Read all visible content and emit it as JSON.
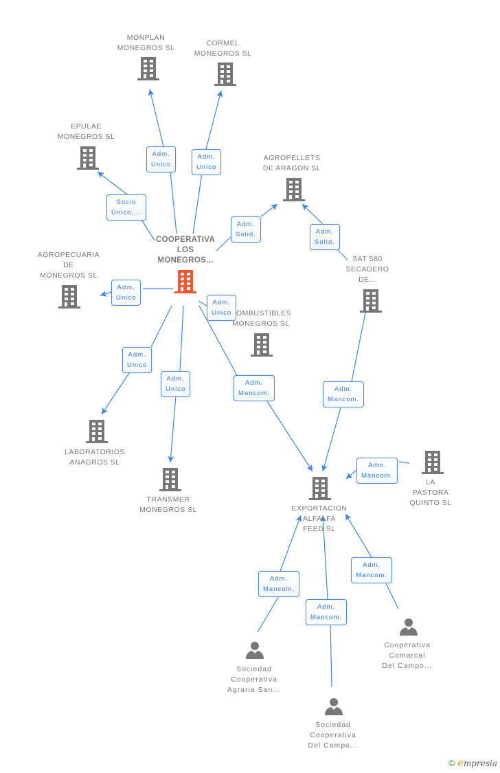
{
  "colors": {
    "edge": "#3f86e0",
    "company_icon": "#777777",
    "center_icon": "#f4582c",
    "person_icon": "#777777",
    "label_text": "#777777",
    "relation_text": "#2e78d8"
  },
  "nodes": [
    {
      "id": "center",
      "type": "company",
      "highlight": true,
      "label": "COOPERATIVA\nLOS\nMONEGROS..."
    },
    {
      "id": "monplan",
      "type": "company",
      "label": "MONPLAN\nMONEGROS SL"
    },
    {
      "id": "cormel",
      "type": "company",
      "label": "CORMEL\nMONEGROS SL"
    },
    {
      "id": "epulae",
      "type": "company",
      "label": "EPULAE\nMONEGROS SL"
    },
    {
      "id": "agropellets",
      "type": "company",
      "label": "AGROPELLETS\nDE ARAGON SL"
    },
    {
      "id": "agropecuaria",
      "type": "company",
      "label": "AGROPECUARIA\nDE\nMONEGROS SL"
    },
    {
      "id": "sat580",
      "type": "company",
      "label": "SAT 580\nSECADERO\nDE..."
    },
    {
      "id": "combustibles",
      "type": "company",
      "label": "COMBUSTIBLES\nMONEGROS SL"
    },
    {
      "id": "laboratorios",
      "type": "company",
      "label": "LABORATORIOS\nANAGROS SL"
    },
    {
      "id": "transmer",
      "type": "company",
      "label": "TRANSMER\nMONEGROS SL"
    },
    {
      "id": "exportacion",
      "type": "company",
      "label": "EXPORTACION\nALFALFA\nFEED  SL"
    },
    {
      "id": "lapastora",
      "type": "company",
      "label": "LA\nPASTORA\nQUINTO  SL"
    },
    {
      "id": "soc_agraria",
      "type": "person",
      "label": "Sociedad\nCooperativa\nAgraria San..."
    },
    {
      "id": "soc_delcampo",
      "type": "person",
      "label": "Sociedad\nCooperativa\nDel Campo..."
    },
    {
      "id": "coop_comarcal",
      "type": "person",
      "label": "Cooperativa\nComarcal\nDel Campo..."
    }
  ],
  "relations": [
    {
      "from": "center",
      "to": "monplan",
      "label": "Adm.\nUnico"
    },
    {
      "from": "center",
      "to": "cormel",
      "label": "Adm.\nUnico"
    },
    {
      "from": "center",
      "to": "epulae",
      "label": "Socio\nÚnico,..."
    },
    {
      "from": "center",
      "to": "agropellets",
      "label": "Adm.\nSolid."
    },
    {
      "from": "sat580",
      "to": "agropellets",
      "label": "Adm.\nSolid."
    },
    {
      "from": "center",
      "to": "agropecuaria",
      "label": "Adm.\nUnico"
    },
    {
      "from": "center",
      "to": "combustibles",
      "label": "Adm.\nUnico"
    },
    {
      "from": "center",
      "to": "laboratorios",
      "label": "Adm.\nUnico"
    },
    {
      "from": "center",
      "to": "transmer",
      "label": "Adm.\nUnico"
    },
    {
      "from": "center",
      "to": "exportacion",
      "label": "Adm.\nMancom."
    },
    {
      "from": "sat580",
      "to": "exportacion",
      "label": "Adm.\nMancom."
    },
    {
      "from": "lapastora",
      "to": "exportacion",
      "label": "Adm.\nMancom."
    },
    {
      "from": "soc_agraria",
      "to": "exportacion",
      "label": "Adm.\nMancom."
    },
    {
      "from": "soc_delcampo",
      "to": "exportacion",
      "label": "Adm.\nMancom."
    },
    {
      "from": "coop_comarcal",
      "to": "exportacion",
      "label": "Adm.\nMancom."
    }
  ],
  "footer": {
    "copyright": "©",
    "brand_initial": "e",
    "brand_rest": "mpresia"
  }
}
